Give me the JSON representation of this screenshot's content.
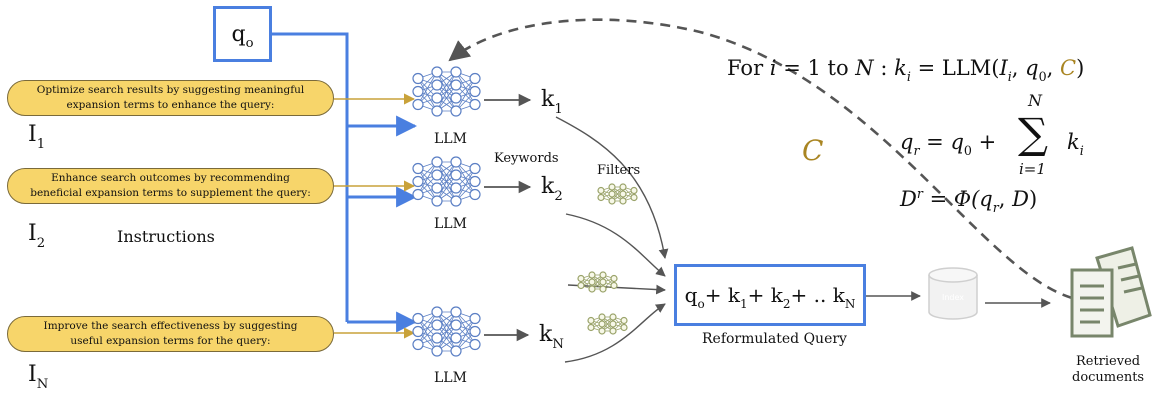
{
  "query_box": {
    "base": "q",
    "sub": "o"
  },
  "instructions": [
    {
      "line1": "Optimize search results by suggesting meaningful",
      "line2": "expansion terms to enhance the query:",
      "label_base": "I",
      "label_sub": "1"
    },
    {
      "line1": "Enhance search outcomes by recommending",
      "line2": "beneficial expansion terms to supplement the query:",
      "label_base": "I",
      "label_sub": "2"
    },
    {
      "line1": "Improve the search effectiveness by suggesting",
      "line2": "useful expansion terms for the query:",
      "label_base": "I",
      "label_sub": "N"
    }
  ],
  "instructions_label": "Instructions",
  "llm_label": "LLM",
  "keywords": [
    {
      "base": "k",
      "sub": "1"
    },
    {
      "base": "k",
      "sub": "2"
    },
    {
      "base": "k",
      "sub": "N"
    }
  ],
  "keywords_label": "Keywords",
  "filters_label": "Filters",
  "reformulated": {
    "terms": [
      {
        "base": "q",
        "sub": "o",
        "after": "+"
      },
      {
        "base": "k",
        "sub": "1",
        "after": "+"
      },
      {
        "base": "k",
        "sub": "2",
        "after": "+ .."
      },
      {
        "base": "k",
        "sub": "N",
        "after": ""
      }
    ],
    "label": "Reformulated Query"
  },
  "index_label": "Index",
  "retrieved_label_1": "Retrieved",
  "retrieved_label_2": "documents",
  "context_label": "C",
  "equations": {
    "loop_prefix": "For",
    "loop_var": "i",
    "loop_eq": "= 1 to",
    "loop_N": "N",
    "loop_colon": ":",
    "k": "k",
    "i": "i",
    "eq": "=",
    "llm": "LLM(",
    "I": "I",
    "comma": ",",
    "q0_base": "q",
    "q0_sub": "0",
    "C": "C",
    "close": ")",
    "qr_base": "q",
    "qr_sub": "r",
    "plus": "+",
    "sum_top": "N",
    "sum_sym": "∑",
    "sum_bottom": "i=1",
    "D": "D",
    "D_sup": "r",
    "phi": "Φ(",
    "D_arg": "D"
  },
  "colors": {
    "instruction_fill": "#f7d56a",
    "gold_arrow": "#c9a23a",
    "blue": "#4a7fe0",
    "gray_arrow": "#555555",
    "dashed": "#555555",
    "context": "#a98522"
  }
}
